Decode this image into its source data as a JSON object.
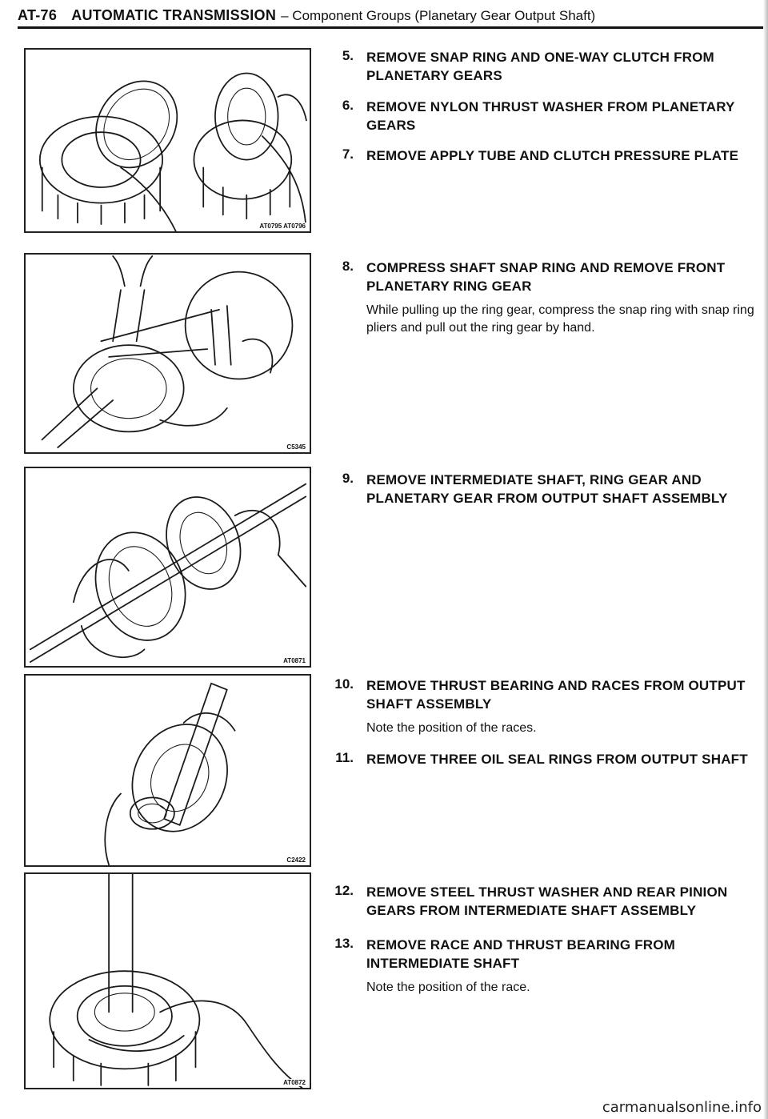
{
  "header": {
    "page_number": "AT-76",
    "title": "AUTOMATIC TRANSMISSION",
    "subtitle": "– Component Groups (Planetary Gear Output Shaft)"
  },
  "figures": [
    {
      "code": "AT0795 AT0796",
      "icon": "snap-ring-one-way-clutch-illustration"
    },
    {
      "code": "C5345",
      "icon": "snap-ring-pliers-illustration"
    },
    {
      "code": "AT0871",
      "icon": "ring-gear-removal-illustration"
    },
    {
      "code": "C2422",
      "icon": "thrust-bearing-illustration"
    },
    {
      "code": "AT0872",
      "icon": "intermediate-shaft-race-illustration"
    }
  ],
  "steps": [
    {
      "num": "5.",
      "title": "REMOVE SNAP RING AND ONE-WAY CLUTCH FROM PLANETARY GEARS",
      "note": ""
    },
    {
      "num": "6.",
      "title": "REMOVE NYLON THRUST WASHER FROM PLANETARY GEARS",
      "note": ""
    },
    {
      "num": "7.",
      "title": "REMOVE APPLY TUBE AND CLUTCH PRESSURE PLATE",
      "note": ""
    },
    {
      "num": "8.",
      "title": "COMPRESS SHAFT SNAP RING AND REMOVE FRONT PLANETARY RING GEAR",
      "note": "While pulling up the ring gear, compress the snap ring with snap ring pliers and pull out the ring gear by hand."
    },
    {
      "num": "9.",
      "title": "REMOVE INTERMEDIATE SHAFT, RING GEAR AND PLANETARY GEAR FROM OUTPUT SHAFT ASSEMBLY",
      "note": ""
    },
    {
      "num": "10.",
      "title": "REMOVE THRUST BEARING AND RACES FROM OUTPUT SHAFT ASSEMBLY",
      "note": "Note the position of the races."
    },
    {
      "num": "11.",
      "title": "REMOVE THREE OIL SEAL RINGS FROM OUTPUT SHAFT",
      "note": ""
    },
    {
      "num": "12.",
      "title": "REMOVE STEEL THRUST WASHER AND REAR PINION GEARS FROM INTERMEDIATE SHAFT ASSEMBLY",
      "note": ""
    },
    {
      "num": "13.",
      "title": "REMOVE RACE AND THRUST BEARING FROM INTERMEDIATE SHAFT",
      "note": "Note the position of the race."
    }
  ],
  "watermark": "carmanualsonline.info"
}
